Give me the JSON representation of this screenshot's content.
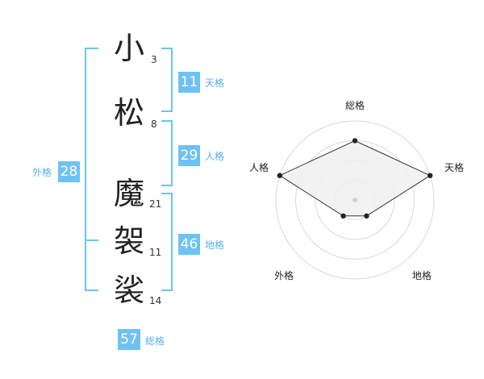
{
  "name": {
    "chars": [
      {
        "char": "小",
        "strokes": "3"
      },
      {
        "char": "松",
        "strokes": "8"
      },
      {
        "char": "魔",
        "strokes": "21"
      },
      {
        "char": "袈",
        "strokes": "11"
      },
      {
        "char": "裟",
        "strokes": "14"
      }
    ]
  },
  "fortune": {
    "tenkaku": {
      "value": "11",
      "label": "天格"
    },
    "jinkaku": {
      "value": "29",
      "label": "人格"
    },
    "chikaku": {
      "value": "46",
      "label": "地格"
    },
    "gaikaku": {
      "value": "28",
      "label": "外格"
    },
    "soukaku": {
      "value": "57",
      "label": "総格"
    }
  },
  "colors": {
    "accent": "#6ec2f3",
    "accent_text": "#55b2ea",
    "radar_fill": "#f0f0f0",
    "radar_ring": "#d8d8d8"
  },
  "chart_data": {
    "type": "radar",
    "axes": [
      "総格",
      "天格",
      "地格",
      "外格",
      "人格"
    ],
    "scale_max": 4,
    "rings": 4,
    "values": [
      3,
      4,
      1,
      1,
      4
    ]
  }
}
